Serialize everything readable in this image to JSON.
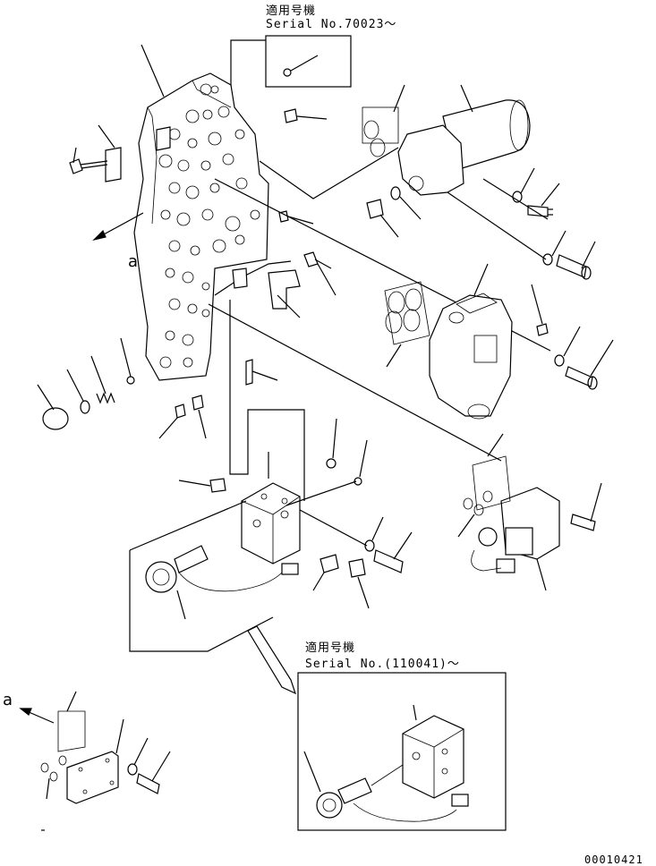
{
  "callout_top": {
    "title": "適用号機",
    "serial": "Serial No.70023～"
  },
  "callout_bottom": {
    "title": "適用号機",
    "serial": "Serial No.(110041)～"
  },
  "view_label_right": "a",
  "view_label_left": "a",
  "drawing_number": "00010421"
}
